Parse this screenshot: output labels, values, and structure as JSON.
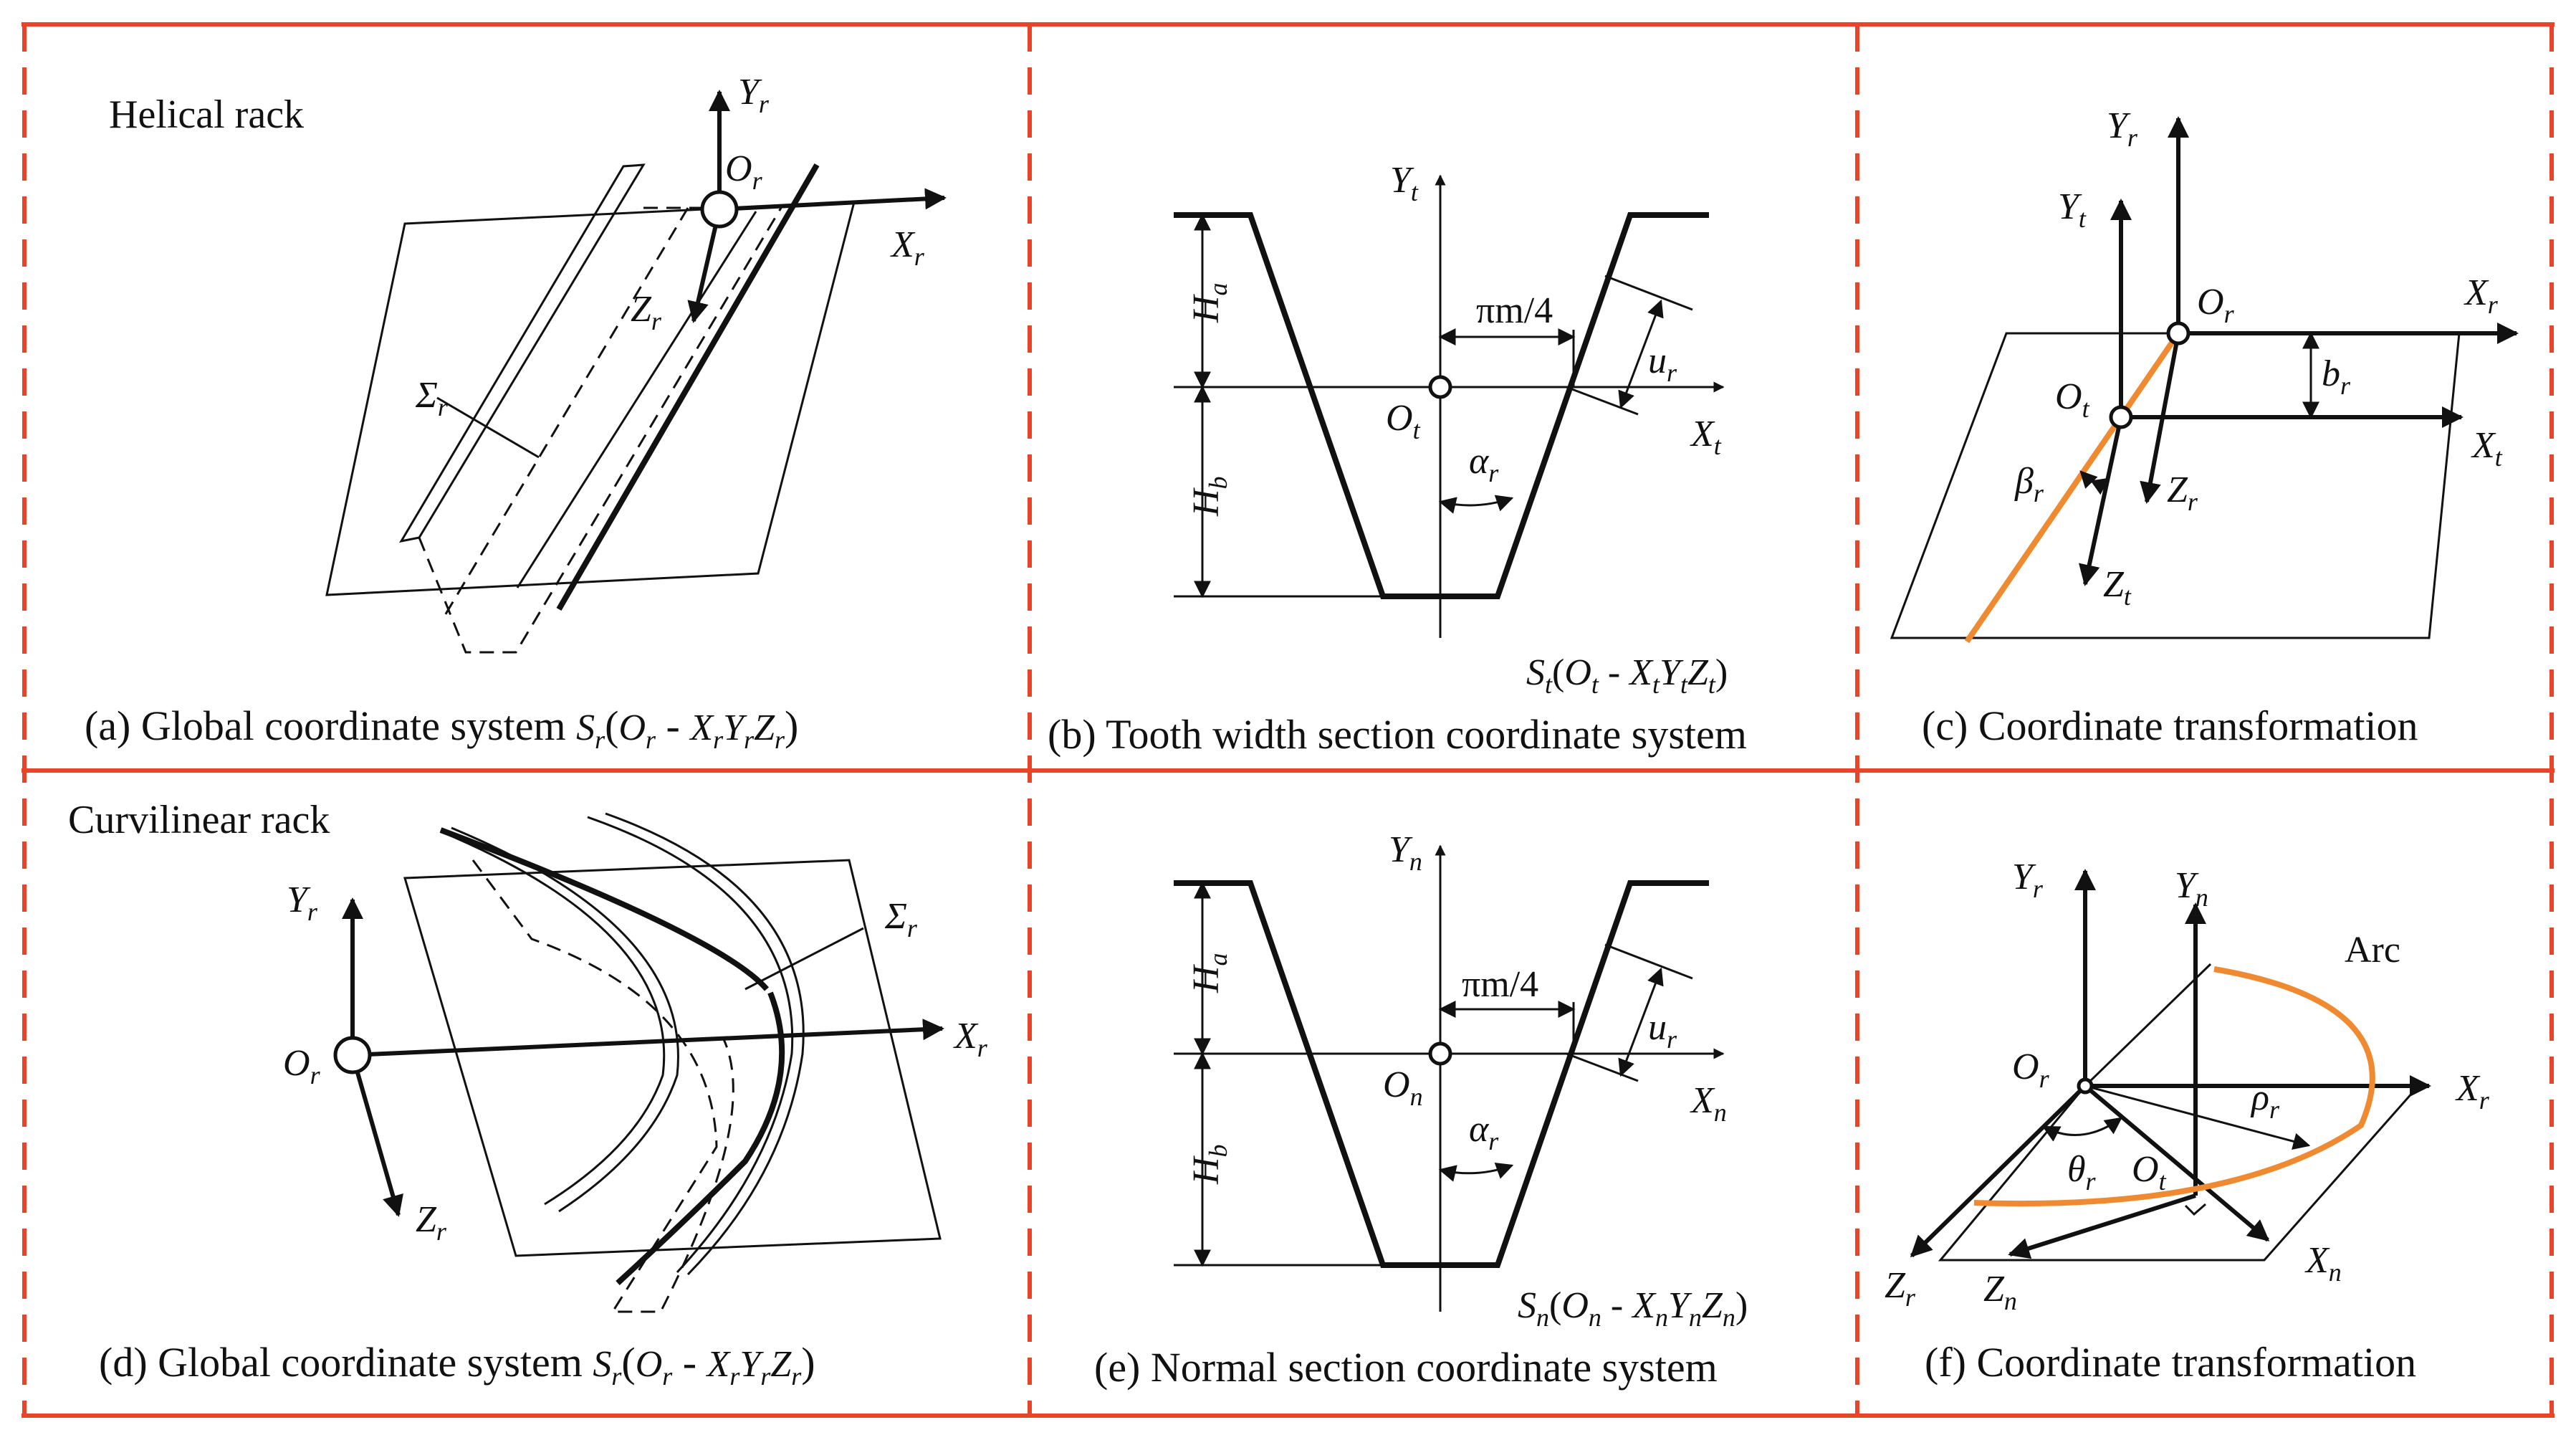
{
  "panels": {
    "a": {
      "title": "Helical rack",
      "caption_prefix": "(a) Global coordinate system ",
      "labels": {
        "Yr": "Y",
        "Xr": "X",
        "Zr": "Z",
        "Or": "O",
        "sigma": "Σ",
        "r": "r"
      }
    },
    "b": {
      "caption": "(b) Tooth width section coordinate system",
      "system_label": "S_t(O_t - X_tY_tZ_t)",
      "labels": {
        "Yt": "Y",
        "Xt": "X",
        "Ot": "O",
        "t": "t",
        "Ha": "H",
        "Hb": "H",
        "a": "a",
        "b": "b",
        "pim4": "πm/4",
        "ur": "u",
        "alpha": "α",
        "r": "r"
      }
    },
    "c": {
      "caption": "(c) Coordinate transformation",
      "labels": {
        "Yr": "Y",
        "Yt": "Y",
        "Xr": "X",
        "Xt": "X",
        "Or": "O",
        "Ot": "O",
        "br": "b",
        "beta": "β",
        "Zr": "Z",
        "Zt": "Z",
        "r": "r",
        "t": "t"
      }
    },
    "d": {
      "title": "Curvilinear rack",
      "caption_prefix": "(d) Global coordinate system ",
      "labels": {
        "Yr": "Y",
        "Xr": "X",
        "Zr": "Z",
        "Or": "O",
        "sigma": "Σ",
        "r": "r"
      }
    },
    "e": {
      "caption": "(e) Normal section coordinate system",
      "system_label": "S_n(O_n - X_nY_nZ_n)",
      "labels": {
        "Yn": "Y",
        "Xn": "X",
        "On": "O",
        "n": "n",
        "Ha": "H",
        "Hb": "H",
        "a": "a",
        "b": "b",
        "pim4": "πm/4",
        "ur": "u",
        "alpha": "α",
        "r": "r"
      }
    },
    "f": {
      "caption": "(f) Coordinate transformation",
      "labels": {
        "Yr": "Y",
        "Yn": "Y",
        "Xr": "X",
        "Xn": "X",
        "Or": "O",
        "Ot": "O",
        "rho": "ρ",
        "theta": "θ",
        "Zr": "Z",
        "Zn": "Z",
        "arc": "Arc",
        "r": "r",
        "t": "t",
        "n": "n"
      }
    },
    "system_sr": {
      "S": "S",
      "r": "r",
      "open": "(",
      "O": "O",
      "dash": " - ",
      "X": "X",
      "Y": "Y",
      "Z": "Z",
      "close": ")"
    }
  },
  "colors": {
    "frame": "#e8442a",
    "arc": "#f08a30",
    "ink": "#111111"
  }
}
